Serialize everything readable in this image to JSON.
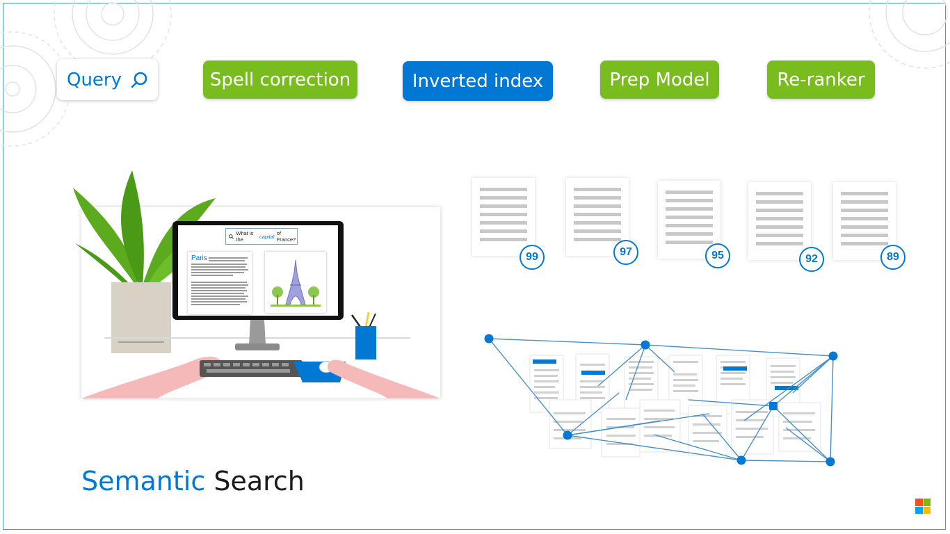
{
  "pipeline": {
    "query": "Query",
    "steps": [
      "Spell correction",
      "Inverted index",
      "Prep Model",
      "Re-ranker"
    ]
  },
  "illustration": {
    "search_query_prefix": "What is the",
    "search_query_highlight": "capital",
    "search_query_suffix": "of France?",
    "result_title": "Paris"
  },
  "scores": [
    "99",
    "97",
    "95",
    "92",
    "89"
  ],
  "title": {
    "word1": "Semantic",
    "word2": "Search"
  },
  "colors": {
    "accent_blue": "#0078d4",
    "step_green": "#78bd1d",
    "border": "#43a0bf"
  },
  "icons": [
    "search-icon",
    "gear-icon",
    "microsoft-logo"
  ]
}
